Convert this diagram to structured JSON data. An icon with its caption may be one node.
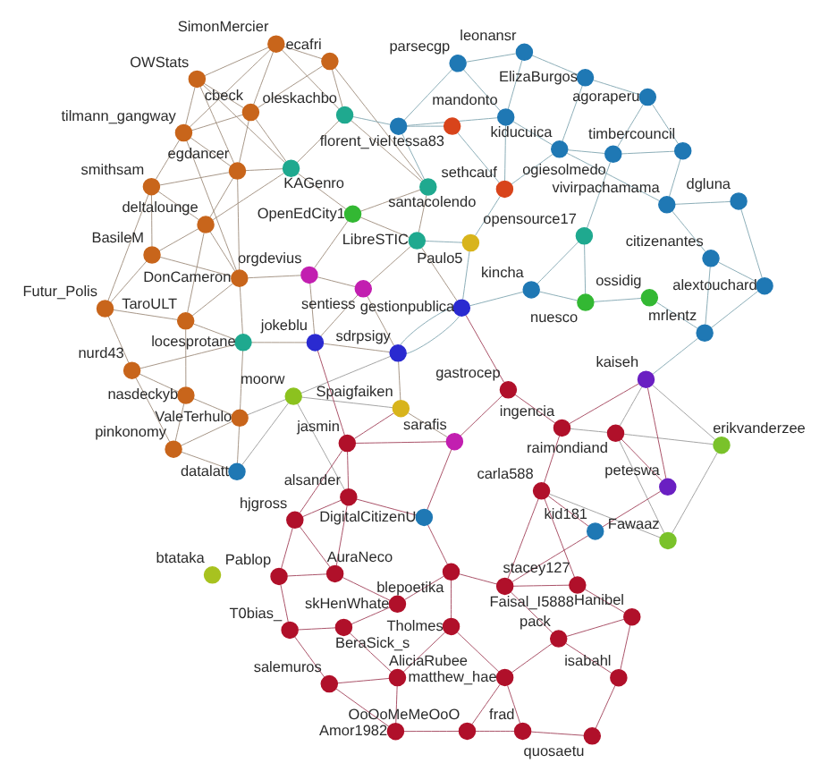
{
  "diagram": {
    "nodes": [
      {
        "text": [],
        "shape": "circle",
        "beside": [
          "OWStats"
        ]
      },
      {
        "text": [],
        "shape": "circle",
        "beside": [
          "SimonMercier"
        ]
      },
      {
        "text": [],
        "shape": "circle",
        "beside": [
          "tilmann_gangway"
        ]
      },
      {
        "text": [],
        "shape": "circle",
        "beside": [
          "ecafri"
        ]
      },
      {
        "text": [],
        "shape": "circle",
        "beside": [
          "smithsam"
        ]
      },
      {
        "text": [],
        "shape": "circle",
        "beside": [
          "cbeck"
        ]
      },
      {
        "text": [],
        "shape": "circle",
        "beside": [
          "egdancer"
        ]
      },
      {
        "text": [],
        "shape": "circle",
        "beside": [
          "BasileM"
        ]
      },
      {
        "text": [],
        "shape": "circle",
        "beside": [
          "deltalounge"
        ]
      },
      {
        "text": [],
        "shape": "circle",
        "beside": [
          "DonCameron"
        ]
      },
      {
        "text": [],
        "shape": "circle",
        "beside": [
          "Futur_Polis"
        ]
      },
      {
        "text": [],
        "shape": "circle",
        "beside": [
          "TaroULT"
        ]
      },
      {
        "text": [],
        "shape": "circle",
        "beside": [
          "nurd43"
        ]
      },
      {
        "text": [],
        "shape": "circle",
        "beside": [
          "nasdeckyb"
        ]
      },
      {
        "text": [],
        "shape": "circle",
        "beside": [
          "ValeTerhulo"
        ]
      },
      {
        "text": [],
        "shape": "circle",
        "beside": [
          "pinkonomy"
        ]
      },
      {
        "text": [],
        "shape": "circle",
        "beside": [
          "oleskachbo"
        ]
      },
      {
        "text": [],
        "shape": "circle",
        "beside": [
          "KAGenro"
        ]
      },
      {
        "text": [],
        "shape": "circle",
        "beside": [
          "OpenEdCity1"
        ]
      },
      {
        "text": [],
        "shape": "circle",
        "beside": [
          "orgdevius"
        ]
      },
      {
        "text": [],
        "shape": "circle",
        "beside": [
          "santacolendo"
        ]
      },
      {
        "text": [],
        "shape": "circle",
        "beside": [
          "LibreSTIC"
        ]
      },
      {
        "text": [],
        "shape": "circle",
        "beside": [
          "locesprotane"
        ]
      },
      {
        "text": [],
        "shape": "circle",
        "beside": [
          "sentiess"
        ]
      },
      {
        "text": [],
        "shape": "circle",
        "beside": [
          "jokeblu"
        ]
      },
      {
        "text": [],
        "shape": "circle",
        "beside": [
          "datalatt"
        ]
      },
      {
        "text": [],
        "shape": "circle",
        "beside": [
          "btataka"
        ]
      },
      {
        "text": [],
        "shape": "circle",
        "beside": [
          "parsecgp"
        ]
      },
      {
        "text": [],
        "shape": "circle",
        "beside": [
          "florent_viel"
        ]
      },
      {
        "text": [],
        "shape": "circle",
        "beside": [
          "leonansr"
        ]
      },
      {
        "text": [],
        "shape": "circle",
        "beside": [
          "mandonto"
        ]
      },
      {
        "text": [],
        "shape": "circle",
        "beside": [
          "tessa83"
        ]
      },
      {
        "text": [],
        "shape": "circle",
        "beside": [
          "ElizaBurgos"
        ]
      },
      {
        "text": [],
        "shape": "circle",
        "beside": [
          "Paulo5"
        ]
      },
      {
        "text": [],
        "shape": "circle",
        "beside": [
          "sethcauf"
        ]
      },
      {
        "text": [],
        "shape": "circle",
        "beside": [
          "kiducuica"
        ]
      },
      {
        "text": [],
        "shape": "circle",
        "beside": [
          "agoraperu"
        ]
      },
      {
        "text": [],
        "shape": "circle",
        "beside": [
          "ogiesolmedo"
        ]
      },
      {
        "text": [],
        "shape": "circle",
        "beside": [
          "timbercouncil"
        ]
      },
      {
        "text": [],
        "shape": "circle",
        "beside": [
          "opensource17"
        ]
      },
      {
        "text": [],
        "shape": "circle",
        "beside": [
          "gestionpublica"
        ]
      },
      {
        "text": [],
        "shape": "circle",
        "beside": [
          "kincha"
        ]
      },
      {
        "text": [],
        "shape": "circle",
        "beside": [
          "vivirpachamama"
        ]
      },
      {
        "text": [],
        "shape": "circle",
        "beside": [
          "sdrpsigy"
        ]
      },
      {
        "text": [],
        "shape": "circle",
        "beside": [
          "nuesco"
        ]
      },
      {
        "text": [],
        "shape": "circle",
        "beside": [
          "dgluna"
        ]
      },
      {
        "text": [],
        "shape": "circle",
        "beside": [
          "Spaigfaiken"
        ]
      },
      {
        "text": [],
        "shape": "circle",
        "beside": [
          "citizenantes"
        ]
      },
      {
        "text": [],
        "shape": "circle",
        "beside": [
          "gastrocep"
        ]
      },
      {
        "text": [],
        "shape": "circle",
        "beside": [
          "ossidig"
        ]
      },
      {
        "text": [],
        "shape": "circle",
        "beside": [
          "alextouchard"
        ]
      },
      {
        "text": [],
        "shape": "circle",
        "beside": [
          "moorw"
        ]
      },
      {
        "text": [],
        "shape": "circle",
        "beside": [
          "jasmin"
        ]
      },
      {
        "text": [],
        "shape": "circle",
        "beside": [
          "alsander"
        ]
      },
      {
        "text": [],
        "shape": "circle",
        "beside": [
          "ingencia"
        ]
      },
      {
        "text": [],
        "shape": "circle",
        "beside": [
          "kaiseh"
        ]
      },
      {
        "text": [],
        "shape": "circle",
        "beside": [
          "mrlentz"
        ]
      },
      {
        "text": [],
        "shape": "circle",
        "beside": [
          "hjgross"
        ]
      },
      {
        "text": [],
        "shape": "circle",
        "beside": [
          "DigitalCitizenU"
        ]
      },
      {
        "text": [],
        "shape": "circle",
        "beside": [
          "sarafis"
        ]
      },
      {
        "text": [],
        "shape": "circle",
        "beside": [
          "raimondiand"
        ]
      },
      {
        "text": [],
        "shape": "circle",
        "beside": [
          "peteswa"
        ]
      },
      {
        "text": [],
        "shape": "circle",
        "beside": [
          "erikvanderzee"
        ]
      },
      {
        "text": [],
        "shape": "circle",
        "beside": [
          "Fawaaz"
        ]
      },
      {
        "text": [],
        "shape": "circle",
        "beside": [
          "carla588"
        ]
      },
      {
        "text": [],
        "shape": "circle",
        "beside": [
          "kid181"
        ]
      },
      {
        "text": [],
        "shape": "circle",
        "beside": [
          "stacey127"
        ]
      },
      {
        "text": [],
        "shape": "circle",
        "beside": [
          "Hanibel"
        ]
      },
      {
        "text": [],
        "shape": "circle",
        "beside": [
          "isabahl"
        ]
      },
      {
        "text": [],
        "shape": "circle",
        "beside": [
          "quosaetu"
        ]
      },
      {
        "text": [],
        "shape": "circle",
        "beside": [
          "frad"
        ]
      },
      {
        "text": [],
        "shape": "circle",
        "beside": [
          "OoOoMeMeOoO"
        ]
      },
      {
        "text": [],
        "shape": "circle",
        "beside": [
          "Amor1982"
        ]
      },
      {
        "text": [],
        "shape": "circle",
        "beside": [
          "salemuros"
        ]
      },
      {
        "text": [],
        "shape": "circle",
        "beside": [
          "AliciaRubee"
        ]
      },
      {
        "text": [],
        "shape": "circle",
        "beside": [
          "Tholmes"
        ]
      },
      {
        "text": [],
        "shape": "circle",
        "beside": [
          "matthew_hae"
        ]
      },
      {
        "text": [],
        "shape": "circle",
        "beside": [
          "T0bias_"
        ]
      },
      {
        "text": [],
        "shape": "circle",
        "beside": [
          "BeraSick_s"
        ]
      },
      {
        "text": [],
        "shape": "circle",
        "beside": [
          "skHenWhate"
        ]
      },
      {
        "text": [],
        "shape": "circle",
        "beside": [
          "Pablop"
        ]
      },
      {
        "text": [],
        "shape": "circle",
        "beside": [
          "AuraNeco"
        ]
      },
      {
        "text": [],
        "shape": "circle",
        "beside": [
          "blepoetika"
        ]
      },
      {
        "text": [],
        "shape": "circle",
        "beside": [
          "Faisal_I5888"
        ]
      },
      {
        "text": [],
        "shape": "circle",
        "beside": [
          "pack"
        ]
      }
    ],
    "edges": [
      {
        "from": 0,
        "to": 1,
        "arrow": "none"
      },
      {
        "from": 0,
        "to": 2,
        "arrow": "none"
      },
      {
        "from": 0,
        "to": 5,
        "arrow": "none"
      },
      {
        "from": 0,
        "to": 6,
        "arrow": "none"
      },
      {
        "from": 1,
        "to": 3,
        "arrow": "none"
      },
      {
        "from": 1,
        "to": 5,
        "arrow": "none"
      },
      {
        "from": 1,
        "to": 2,
        "arrow": "none"
      },
      {
        "from": 2,
        "to": 4,
        "arrow": "none"
      },
      {
        "from": 2,
        "to": 6,
        "arrow": "none"
      },
      {
        "from": 2,
        "to": 5,
        "arrow": "none"
      },
      {
        "from": 3,
        "to": 5,
        "arrow": "none"
      },
      {
        "from": 3,
        "to": 16,
        "arrow": "none"
      },
      {
        "from": 4,
        "to": 7,
        "arrow": "none"
      },
      {
        "from": 4,
        "to": 6,
        "arrow": "none"
      },
      {
        "from": 4,
        "to": 8,
        "arrow": "none"
      },
      {
        "from": 5,
        "to": 6,
        "arrow": "none"
      },
      {
        "from": 5,
        "to": 17,
        "arrow": "none"
      },
      {
        "from": 6,
        "to": 8,
        "arrow": "none"
      },
      {
        "from": 6,
        "to": 9,
        "arrow": "none"
      },
      {
        "from": 7,
        "to": 8,
        "arrow": "none"
      },
      {
        "from": 7,
        "to": 10,
        "arrow": "none"
      },
      {
        "from": 7,
        "to": 9,
        "arrow": "none"
      },
      {
        "from": 8,
        "to": 9,
        "arrow": "none"
      },
      {
        "from": 8,
        "to": 11,
        "arrow": "none"
      },
      {
        "from": 9,
        "to": 11,
        "arrow": "none"
      },
      {
        "from": 9,
        "to": 19,
        "arrow": "none"
      },
      {
        "from": 10,
        "to": 11,
        "arrow": "none"
      },
      {
        "from": 10,
        "to": 12,
        "arrow": "none"
      },
      {
        "from": 11,
        "to": 13,
        "arrow": "none"
      },
      {
        "from": 12,
        "to": 13,
        "arrow": "none"
      },
      {
        "from": 12,
        "to": 15,
        "arrow": "none"
      },
      {
        "from": 13,
        "to": 14,
        "arrow": "none"
      },
      {
        "from": 13,
        "to": 15,
        "arrow": "none"
      },
      {
        "from": 14,
        "to": 15,
        "arrow": "none"
      },
      {
        "from": 14,
        "to": 25,
        "arrow": "none"
      },
      {
        "from": 15,
        "to": 25,
        "arrow": "none"
      },
      {
        "from": 9,
        "to": 22,
        "arrow": "none"
      },
      {
        "from": 11,
        "to": 22,
        "arrow": "none"
      },
      {
        "from": 14,
        "to": 22,
        "arrow": "none"
      },
      {
        "from": 6,
        "to": 17,
        "arrow": "none"
      },
      {
        "from": 3,
        "to": 20,
        "arrow": "none"
      },
      {
        "from": 1,
        "to": 16,
        "arrow": "none"
      },
      {
        "from": 0,
        "to": 17,
        "arrow": "none"
      },
      {
        "from": 8,
        "to": 17,
        "arrow": "none"
      },
      {
        "from": 2,
        "to": 9,
        "arrow": "none"
      },
      {
        "from": 4,
        "to": 10,
        "arrow": "none"
      },
      {
        "from": 12,
        "to": 22,
        "arrow": "none"
      },
      {
        "from": 16,
        "to": 20,
        "arrow": "none"
      },
      {
        "from": 16,
        "to": 17,
        "arrow": "none"
      },
      {
        "from": 17,
        "to": 18,
        "arrow": "none"
      },
      {
        "from": 18,
        "to": 20,
        "arrow": "none"
      },
      {
        "from": 18,
        "to": 21,
        "arrow": "none"
      },
      {
        "from": 19,
        "to": 23,
        "arrow": "none"
      },
      {
        "from": 20,
        "to": 21,
        "arrow": "none"
      },
      {
        "from": 19,
        "to": 24,
        "arrow": "none"
      },
      {
        "from": 21,
        "to": 40,
        "arrow": "none"
      },
      {
        "from": 22,
        "to": 24,
        "arrow": "none"
      },
      {
        "from": 23,
        "to": 24,
        "arrow": "none"
      },
      {
        "from": 23,
        "to": 43,
        "arrow": "none"
      },
      {
        "from": 24,
        "to": 43,
        "arrow": "none"
      },
      {
        "from": 18,
        "to": 19,
        "arrow": "none"
      },
      {
        "from": 20,
        "to": 28,
        "arrow": "none",
        "color": "#7fa5b0"
      },
      {
        "from": 16,
        "to": 28,
        "arrow": "none",
        "color": "#7fa5b0"
      },
      {
        "from": 27,
        "to": 28,
        "arrow": "none",
        "color": "#7fa5b0"
      },
      {
        "from": 27,
        "to": 29,
        "arrow": "none",
        "color": "#7fa5b0"
      },
      {
        "from": 27,
        "to": 30,
        "arrow": "none",
        "color": "#7fa5b0"
      },
      {
        "from": 28,
        "to": 30,
        "arrow": "none",
        "color": "#7fa5b0"
      },
      {
        "from": 28,
        "to": 31,
        "arrow": "none",
        "color": "#7fa5b0"
      },
      {
        "from": 29,
        "to": 32,
        "arrow": "none",
        "color": "#7fa5b0"
      },
      {
        "from": 29,
        "to": 30,
        "arrow": "none",
        "color": "#7fa5b0"
      },
      {
        "from": 30,
        "to": 35,
        "arrow": "none",
        "color": "#7fa5b0"
      },
      {
        "from": 31,
        "to": 34,
        "arrow": "none",
        "color": "#7fa5b0"
      },
      {
        "from": 32,
        "to": 35,
        "arrow": "none",
        "color": "#7fa5b0"
      },
      {
        "from": 32,
        "to": 36,
        "arrow": "none",
        "color": "#7fa5b0"
      },
      {
        "from": 33,
        "to": 34,
        "arrow": "none",
        "color": "#7fa5b0"
      },
      {
        "from": 34,
        "to": 35,
        "arrow": "none",
        "color": "#7fa5b0"
      },
      {
        "from": 35,
        "to": 37,
        "arrow": "none",
        "color": "#7fa5b0"
      },
      {
        "from": 36,
        "to": 38,
        "arrow": "none",
        "color": "#7fa5b0"
      },
      {
        "from": 37,
        "to": 38,
        "arrow": "none",
        "color": "#7fa5b0"
      },
      {
        "from": 36,
        "to": 37,
        "arrow": "none",
        "color": "#7fa5b0"
      },
      {
        "from": 37,
        "to": 39,
        "arrow": "none",
        "color": "#7fa5b0"
      },
      {
        "from": 38,
        "to": 42,
        "arrow": "none",
        "color": "#7fa5b0"
      },
      {
        "from": 39,
        "to": 41,
        "arrow": "none",
        "color": "#7fa5b0"
      },
      {
        "from": 40,
        "to": 41,
        "arrow": "none",
        "color": "#7fa5b0"
      },
      {
        "from": 41,
        "to": 44,
        "arrow": "none",
        "color": "#7fa5b0"
      },
      {
        "from": 42,
        "to": 45,
        "arrow": "none",
        "color": "#7fa5b0"
      },
      {
        "from": 42,
        "to": 47,
        "arrow": "none",
        "color": "#7fa5b0"
      },
      {
        "from": 44,
        "to": 49,
        "arrow": "none",
        "color": "#7fa5b0"
      },
      {
        "from": 45,
        "to": 50,
        "arrow": "none",
        "color": "#7fa5b0"
      },
      {
        "from": 47,
        "to": 50,
        "arrow": "none",
        "color": "#7fa5b0"
      },
      {
        "from": 47,
        "to": 56,
        "arrow": "none",
        "color": "#7fa5b0"
      },
      {
        "from": 49,
        "to": 56,
        "arrow": "none",
        "color": "#7fa5b0"
      },
      {
        "from": 50,
        "to": 56,
        "arrow": "none",
        "color": "#7fa5b0"
      },
      {
        "from": 39,
        "to": 44,
        "arrow": "none",
        "color": "#7fa5b0"
      },
      {
        "from": 35,
        "to": 42,
        "arrow": "none",
        "color": "#7fa5b0"
      },
      {
        "from": 30,
        "to": 34,
        "arrow": "none",
        "color": "#7fa5b0"
      },
      {
        "from": 40,
        "to": 43,
        "arrow": "none",
        "color": "#7fa5b0"
      },
      {
        "from": 21,
        "to": 33,
        "arrow": "none",
        "color": "#7fa5b0"
      },
      {
        "from": 33,
        "to": 40,
        "arrow": "none",
        "color": "#7fa5b0"
      },
      {
        "from": 52,
        "to": 53,
        "arrow": "none",
        "color": "#a04058"
      },
      {
        "from": 52,
        "to": 57,
        "arrow": "none",
        "color": "#a04058"
      },
      {
        "from": 53,
        "to": 57,
        "arrow": "none",
        "color": "#a04058"
      },
      {
        "from": 53,
        "to": 58,
        "arrow": "none",
        "color": "#a04058"
      },
      {
        "from": 57,
        "to": 81,
        "arrow": "none",
        "color": "#a04058"
      },
      {
        "from": 57,
        "to": 80,
        "arrow": "none",
        "color": "#a04058"
      },
      {
        "from": 80,
        "to": 81,
        "arrow": "none",
        "color": "#a04058"
      },
      {
        "from": 80,
        "to": 77,
        "arrow": "none",
        "color": "#a04058"
      },
      {
        "from": 81,
        "to": 79,
        "arrow": "none",
        "color": "#a04058"
      },
      {
        "from": 79,
        "to": 78,
        "arrow": "none",
        "color": "#a04058"
      },
      {
        "from": 78,
        "to": 77,
        "arrow": "none",
        "color": "#a04058"
      },
      {
        "from": 77,
        "to": 73,
        "arrow": "none",
        "color": "#a04058"
      },
      {
        "from": 73,
        "to": 72,
        "arrow": "none",
        "color": "#a04058"
      },
      {
        "from": 72,
        "to": 71,
        "arrow": "none",
        "color": "#a04058"
      },
      {
        "from": 71,
        "to": 70,
        "arrow": "none",
        "color": "#a04058"
      },
      {
        "from": 70,
        "to": 69,
        "arrow": "none",
        "color": "#a04058"
      },
      {
        "from": 69,
        "to": 68,
        "arrow": "none",
        "color": "#a04058"
      },
      {
        "from": 68,
        "to": 67,
        "arrow": "none",
        "color": "#a04058"
      },
      {
        "from": 67,
        "to": 66,
        "arrow": "none",
        "color": "#a04058"
      },
      {
        "from": 66,
        "to": 64,
        "arrow": "none",
        "color": "#a04058"
      },
      {
        "from": 64,
        "to": 65,
        "arrow": "none",
        "color": "#a04058"
      },
      {
        "from": 65,
        "to": 61,
        "arrow": "none",
        "color": "#a04058"
      },
      {
        "from": 61,
        "to": 60,
        "arrow": "none",
        "color": "#a04058"
      },
      {
        "from": 79,
        "to": 82,
        "arrow": "none",
        "color": "#a04058"
      },
      {
        "from": 82,
        "to": 75,
        "arrow": "none",
        "color": "#a04058"
      },
      {
        "from": 75,
        "to": 74,
        "arrow": "none",
        "color": "#a04058"
      },
      {
        "from": 74,
        "to": 73,
        "arrow": "none",
        "color": "#a04058"
      },
      {
        "from": 78,
        "to": 74,
        "arrow": "none",
        "color": "#a04058"
      },
      {
        "from": 82,
        "to": 83,
        "arrow": "none",
        "color": "#a04058"
      },
      {
        "from": 83,
        "to": 66,
        "arrow": "none",
        "color": "#a04058"
      },
      {
        "from": 83,
        "to": 84,
        "arrow": "none",
        "color": "#a04058"
      },
      {
        "from": 84,
        "to": 76,
        "arrow": "none",
        "color": "#a04058"
      },
      {
        "from": 76,
        "to": 70,
        "arrow": "none",
        "color": "#a04058"
      },
      {
        "from": 75,
        "to": 76,
        "arrow": "none",
        "color": "#a04058"
      },
      {
        "from": 84,
        "to": 67,
        "arrow": "none",
        "color": "#a04058"
      },
      {
        "from": 82,
        "to": 58,
        "arrow": "none",
        "color": "#a04058"
      },
      {
        "from": 58,
        "to": 59,
        "arrow": "none",
        "color": "#a04058"
      },
      {
        "from": 59,
        "to": 52,
        "arrow": "none",
        "color": "#a04058"
      },
      {
        "from": 48,
        "to": 54,
        "arrow": "none",
        "color": "#a04058"
      },
      {
        "from": 54,
        "to": 55,
        "arrow": "none",
        "color": "#a04058"
      },
      {
        "from": 54,
        "to": 64,
        "arrow": "none",
        "color": "#a04058"
      },
      {
        "from": 48,
        "to": 40,
        "arrow": "none",
        "color": "#a04058"
      },
      {
        "from": 52,
        "to": 46,
        "arrow": "none",
        "color": "#a04058"
      },
      {
        "from": 52,
        "to": 24,
        "arrow": "none",
        "color": "#a04058"
      },
      {
        "from": 81,
        "to": 53,
        "arrow": "none",
        "color": "#a04058"
      },
      {
        "from": 74,
        "to": 72,
        "arrow": "none",
        "color": "#a04058"
      },
      {
        "from": 76,
        "to": 71,
        "arrow": "none",
        "color": "#a04058"
      },
      {
        "from": 84,
        "to": 68,
        "arrow": "none",
        "color": "#a04058"
      },
      {
        "from": 83,
        "to": 64,
        "arrow": "none",
        "color": "#a04058"
      },
      {
        "from": 48,
        "to": 59,
        "arrow": "none",
        "color": "#a04058"
      },
      {
        "from": 65,
        "to": 83,
        "arrow": "none",
        "color": "#a04058"
      },
      {
        "from": 51,
        "to": 25,
        "arrow": "none",
        "color": "#9a9a9a"
      },
      {
        "from": 51,
        "to": 53,
        "arrow": "none",
        "color": "#9a9a9a"
      },
      {
        "from": 51,
        "to": 46,
        "arrow": "none",
        "color": "#9a9a9a"
      },
      {
        "from": 51,
        "to": 43,
        "arrow": "none",
        "color": "#9a9a9a"
      },
      {
        "from": 51,
        "to": 14,
        "arrow": "none",
        "color": "#9a9a9a"
      },
      {
        "from": 60,
        "to": 62,
        "arrow": "none",
        "color": "#9a9a9a"
      },
      {
        "from": 60,
        "to": 63,
        "arrow": "none",
        "color": "#9a9a9a"
      },
      {
        "from": 63,
        "to": 62,
        "arrow": "none",
        "color": "#9a9a9a"
      },
      {
        "from": 63,
        "to": 64,
        "arrow": "none",
        "color": "#9a9a9a"
      },
      {
        "from": 60,
        "to": 55,
        "arrow": "none",
        "color": "#9a9a9a"
      },
      {
        "from": 60,
        "to": 54,
        "arrow": "none",
        "color": "#9a9a9a"
      },
      {
        "from": 55,
        "to": 56,
        "arrow": "none",
        "color": "#7fa5b0"
      },
      {
        "from": 62,
        "to": 55,
        "arrow": "none",
        "color": "#9a9a9a"
      },
      {
        "from": 61,
        "to": 55,
        "arrow": "none",
        "color": "#a04058"
      },
      {
        "from": 46,
        "to": 43,
        "arrow": "none"
      },
      {
        "from": 46,
        "to": 59,
        "arrow": "none"
      },
      {
        "from": 43,
        "to": 40,
        "arrow": "none",
        "color": "#7fa5b0"
      },
      {
        "from": 23,
        "to": 21,
        "arrow": "none"
      }
    ]
  }
}
